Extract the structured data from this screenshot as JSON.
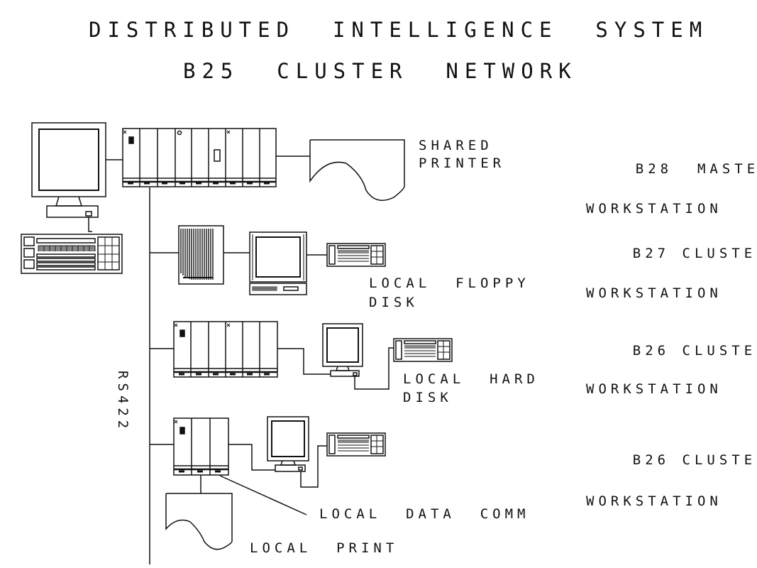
{
  "title": {
    "line1": "DISTRIBUTED  INTELLIGENCE  SYSTEM",
    "line2": "B25  CLUSTER  NETWORK"
  },
  "bus_label": "RS422",
  "devices": {
    "shared_printer": "SHARED\nPRINTER",
    "local_floppy": "LOCAL  FLOPPY\nDISK",
    "local_hard": "LOCAL  HARD\nDISK",
    "local_data_comm": "LOCAL  DATA  COMM",
    "local_print": "LOCAL  PRINT"
  },
  "workstations": [
    {
      "model": "B28",
      "role": "MASTER",
      "type": "WORKSTATION"
    },
    {
      "model": "B27",
      "role": "CLUSTER",
      "type": "WORKSTATION"
    },
    {
      "model": "B26",
      "role": "CLUSTER",
      "type": "WORKSTATION"
    },
    {
      "model": "B26",
      "role": "CLUSTER",
      "type": "WORKSTATION"
    }
  ]
}
